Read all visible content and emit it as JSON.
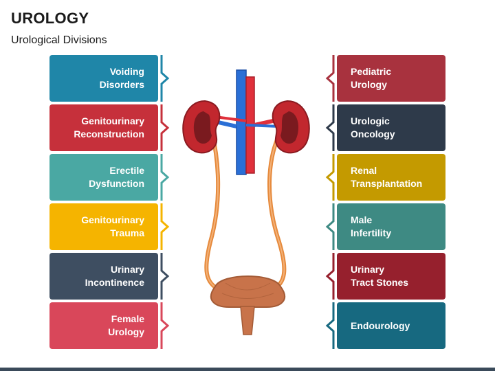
{
  "title": "UROLOGY",
  "subtitle": "Urological Divisions",
  "left_items": [
    {
      "label": "Voiding\nDisorders",
      "color": "#1f86a8"
    },
    {
      "label": "Genitourinary\nReconstruction",
      "color": "#c6303b"
    },
    {
      "label": "Erectile\nDysfunction",
      "color": "#4aa8a3"
    },
    {
      "label": "Genitourinary\nTrauma",
      "color": "#f5b400"
    },
    {
      "label": "Urinary\nIncontinence",
      "color": "#3e4e61"
    },
    {
      "label": "Female\nUrology",
      "color": "#d9475a"
    }
  ],
  "right_items": [
    {
      "label": "Pediatric\nUrology",
      "color": "#a8323e"
    },
    {
      "label": "Urologic\nOncology",
      "color": "#2e3a4a"
    },
    {
      "label": "Renal\nTransplantation",
      "color": "#c49a00"
    },
    {
      "label": "Male\nInfertility",
      "color": "#3e8a83"
    },
    {
      "label": "Urinary\nTract Stones",
      "color": "#96202d"
    },
    {
      "label": "Endourology",
      "color": "#176980"
    }
  ]
}
